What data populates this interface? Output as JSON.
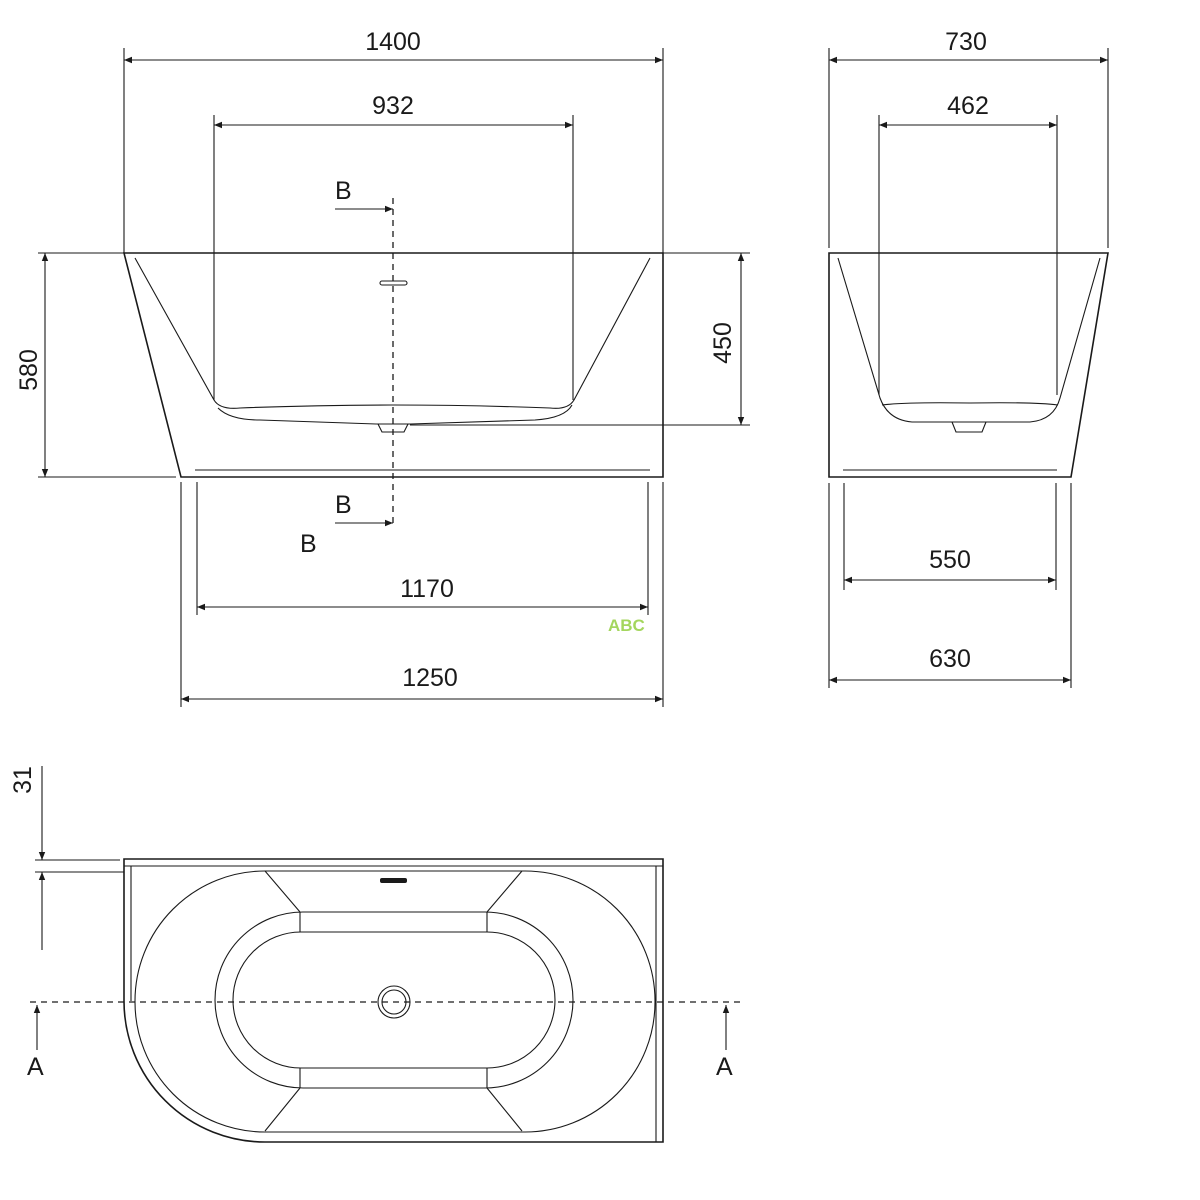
{
  "title": "Bathtub technical drawing",
  "front_view": {
    "overall_length": "1400",
    "inner_length": "932",
    "overall_height": "580",
    "inner_depth": "450",
    "base_length_inner": "1170",
    "base_length_outer": "1250",
    "section_label_top": "B",
    "section_label_bottom": "B",
    "section_label_name": "B"
  },
  "side_view": {
    "overall_width": "730",
    "inner_width": "462",
    "base_width_inner": "550",
    "base_width_outer": "630"
  },
  "top_view": {
    "rim_offset": "31",
    "section_label_left": "A",
    "section_label_right": "A"
  },
  "watermark": "ABC",
  "colors": {
    "line": "#1a1a1a",
    "watermark": "#a4d65e"
  }
}
